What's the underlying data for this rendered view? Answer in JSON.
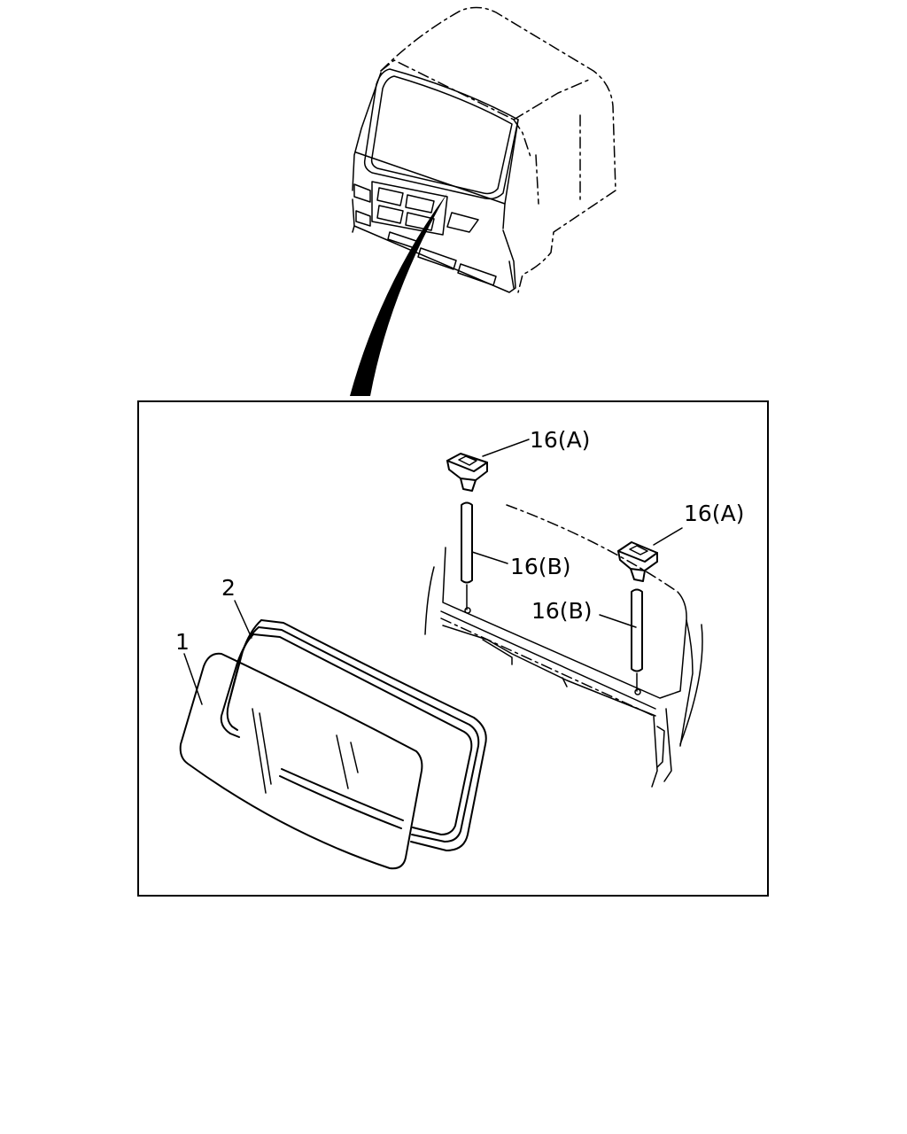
{
  "callouts": {
    "part_1": "1",
    "part_2": "2",
    "part_16a_left": "16(A)",
    "part_16a_right": "16(A)",
    "part_16b_left": "16(B)",
    "part_16b_right": "16(B)"
  },
  "colors": {
    "line": "#000000",
    "background": "#ffffff"
  }
}
